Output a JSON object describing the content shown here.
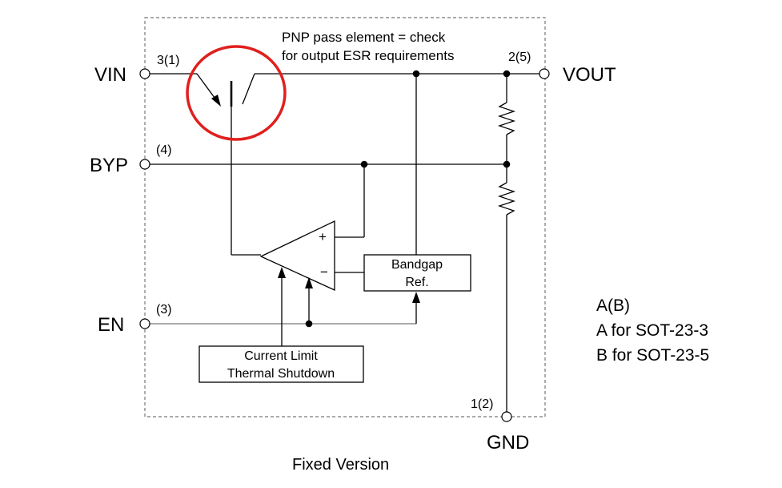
{
  "pins": {
    "vin": "VIN",
    "byp": "BYP",
    "en": "EN",
    "vout": "VOUT",
    "gnd": "GND"
  },
  "pin_numbers": {
    "vin": "3(1)",
    "byp": "(4)",
    "en": "(3)",
    "vout": "2(5)",
    "gnd": "1(2)"
  },
  "annotation": {
    "line1": "PNP pass element = check",
    "line2": "for output ESR requirements",
    "highlight_color": "#e0201e"
  },
  "blocks": {
    "bandgap_line1": "Bandgap",
    "bandgap_line2": "Ref.",
    "limit_line1": "Current Limit",
    "limit_line2": "Thermal Shutdown"
  },
  "amplifier": {
    "plus": "+",
    "minus": "−"
  },
  "legend": {
    "title": "A(B)",
    "line1": "A for SOT-23-3",
    "line2": "B for SOT-23-5"
  },
  "caption": "Fixed Version",
  "colors": {
    "wire": "#000000",
    "border": "#777777",
    "highlight": "#e0201e"
  }
}
